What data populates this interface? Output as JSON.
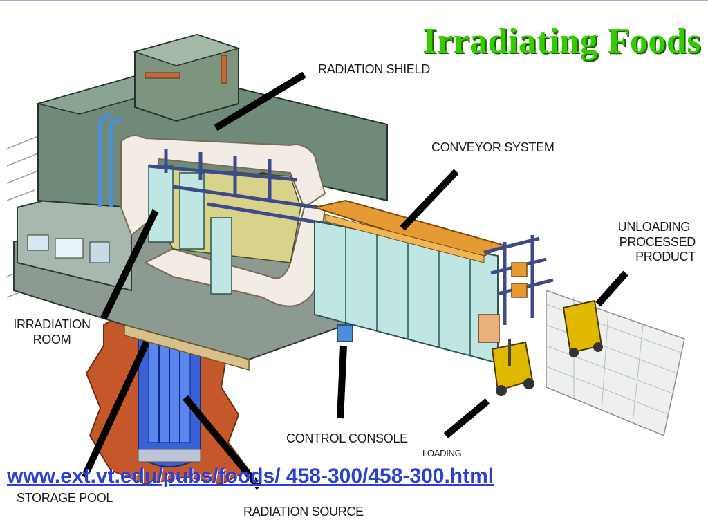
{
  "slide": {
    "title": "Irradiating Foods",
    "url": "www.ext.vt.edu/pubs/foods/ 458-300/458-300.html"
  },
  "diagram": {
    "labels": {
      "radiation_shield": "RADIATION SHIELD",
      "conveyor_system": "CONVEYOR SYSTEM",
      "unloading_line1": "UNLOADING",
      "unloading_line2": "PROCESSED",
      "unloading_line3": "PRODUCT",
      "irradiation_line1": "IRRADIATION",
      "irradiation_line2": "ROOM",
      "control_console": "CONTROL CONSOLE",
      "loading": "LOADING",
      "storage_pool": "STORAGE POOL",
      "radiation_source": "RADIATION SOURCE"
    },
    "colors": {
      "title_green": "#33cc00",
      "url_blue": "#2a3fd6",
      "building_gray": "#6f8a78",
      "shield_white": "#f2ece4",
      "conveyor_orange": "#e69a33",
      "pool_blue": "#3a62d6",
      "ground_copper": "#c4582a",
      "forklift_yellow": "#e0b800",
      "wall_cyan": "#bfe6e2"
    }
  }
}
